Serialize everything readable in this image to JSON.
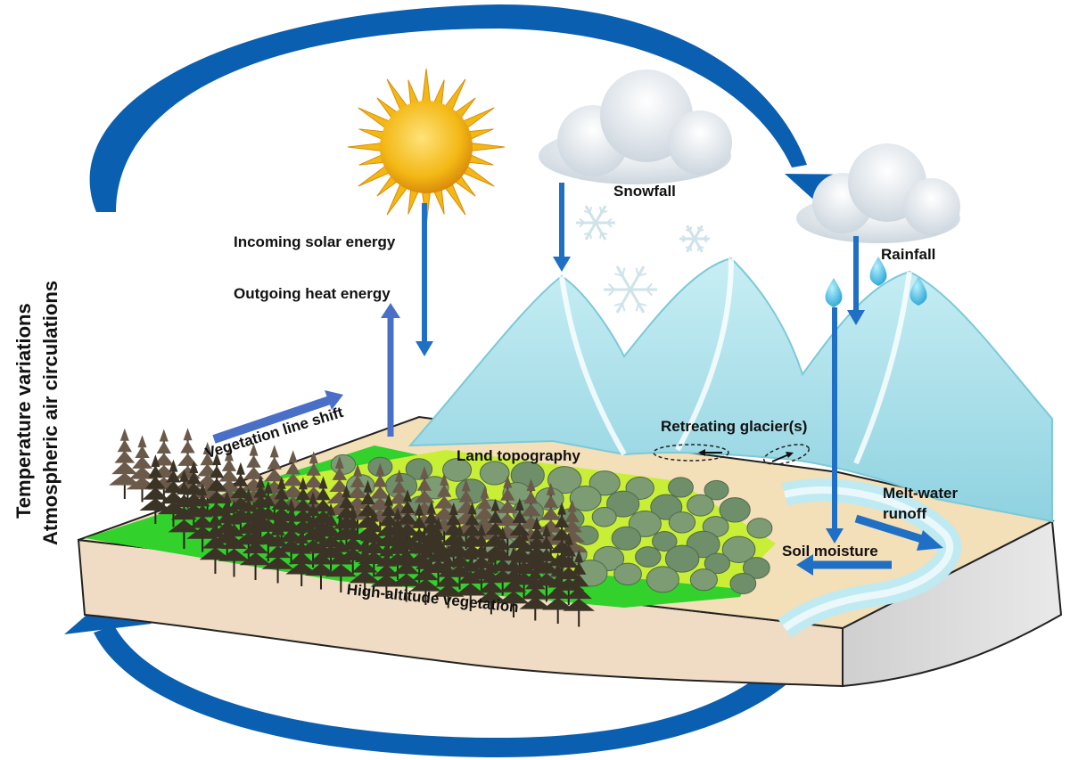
{
  "side_labels": {
    "line1": "Temperature variations",
    "line2": "Atmospheric air circulations"
  },
  "labels": {
    "snowfall": "Snowfall",
    "rainfall": "Rainfall",
    "incoming_solar": "Incoming solar energy",
    "outgoing_heat": "Outgoing heat energy",
    "vegetation_shift": "Vegetation line shift",
    "land_topography": "Land topography",
    "retreating_glaciers": "Retreating glacier(s)",
    "meltwater_line1": "Melt-water",
    "meltwater_line2": "runoff",
    "soil_moisture": "Soil moisture",
    "high_altitude_vegetation": "High-altitude vegetation"
  },
  "colors": {
    "cycle_arrow": "#0a5fb0",
    "flux_arrow": "#1f6fc4",
    "shift_arrow": "#4a6fc7",
    "ice": "#a9dde8",
    "soil": "#f0dcc4",
    "grass": "#32d12c",
    "lime": "#c9ee36",
    "tree_dark": "#3b3426",
    "sun": "#f3b814"
  }
}
